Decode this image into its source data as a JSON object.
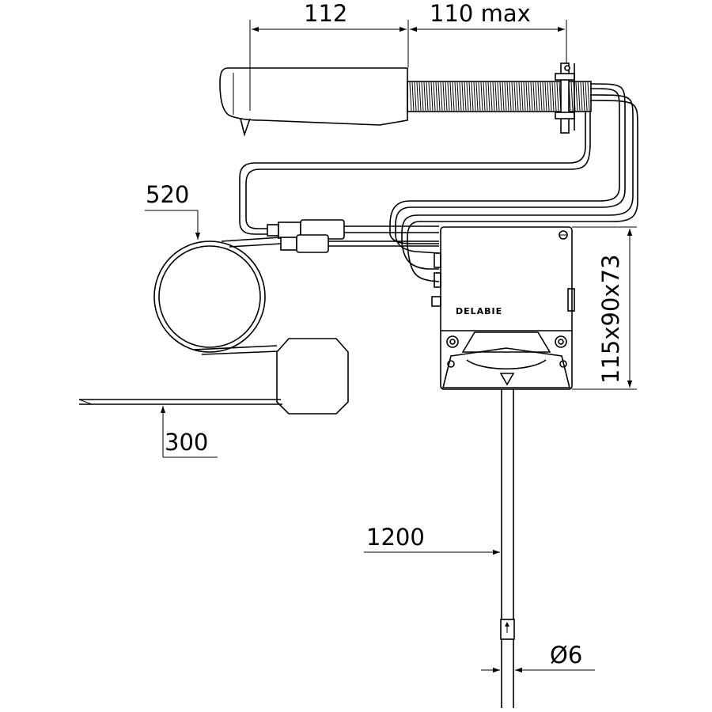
{
  "dimensions": {
    "spout_length": "112",
    "thread_length": "110 max",
    "cable_sensor": "520",
    "cable_power": "300",
    "box_size": "115x90x73",
    "hose_length": "1200",
    "hose_diameter": "Ø6"
  },
  "brand": "DELABIE"
}
